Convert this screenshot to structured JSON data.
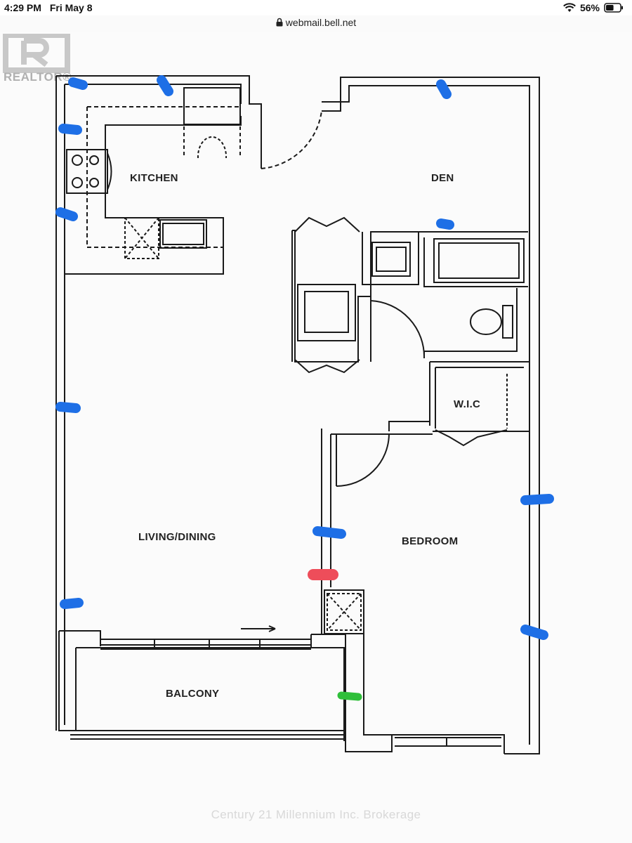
{
  "status_bar": {
    "time": "4:29 PM",
    "date": "Fri May 8",
    "battery": "56%",
    "wifi_icon": "wifi-icon",
    "battery_icon": "battery-icon",
    "battery_level": 0.56
  },
  "browser": {
    "url": "webmail.bell.net",
    "lock_icon": "lock-icon"
  },
  "watermark": {
    "logo_text": "REALTOR®",
    "brokerage": "Century 21 Millennium Inc. Brokerage"
  },
  "floorplan": {
    "rooms": {
      "kitchen": "KITCHEN",
      "den": "DEN",
      "wic": "W.I.C",
      "living_dining": "LIVING/DINING",
      "bedroom": "BEDROOM",
      "balcony": "BALCONY"
    },
    "colors": {
      "wall": "#1a1a1a",
      "blue_marker": "#1e6fe6",
      "red_marker": "#ee4d5a",
      "green_marker": "#2fbf3a"
    }
  }
}
